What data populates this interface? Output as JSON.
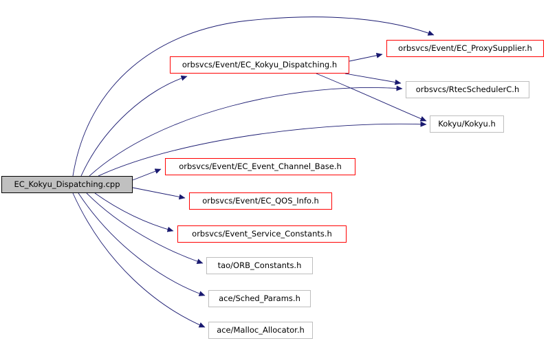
{
  "diagram": {
    "type": "include-dependency-graph",
    "tool_style": "doxygen-include-graph",
    "colors": {
      "background": "#ffffff",
      "edge": "#191970",
      "red_node_border": "#ff0000",
      "plain_node_border": "#bdbdbd",
      "main_node_fill": "#c0c0c0",
      "main_node_border": "#000000",
      "text": "#000000"
    },
    "nodes": [
      {
        "id": "main",
        "label": "EC_Kokyu_Dispatching.cpp",
        "style": "main"
      },
      {
        "id": "proxy_supplier",
        "label": "orbsvcs/Event/EC_ProxySupplier.h",
        "style": "red"
      },
      {
        "id": "kokyu_dispatching_h",
        "label": "orbsvcs/Event/EC_Kokyu_Dispatching.h",
        "style": "red"
      },
      {
        "id": "rtec_scheduler",
        "label": "orbsvcs/RtecSchedulerC.h",
        "style": "gray"
      },
      {
        "id": "kokyu",
        "label": "Kokyu/Kokyu.h",
        "style": "gray"
      },
      {
        "id": "event_channel_base",
        "label": "orbsvcs/Event/EC_Event_Channel_Base.h",
        "style": "red"
      },
      {
        "id": "qos_info",
        "label": "orbsvcs/Event/EC_QOS_Info.h",
        "style": "red"
      },
      {
        "id": "event_service_constants",
        "label": "orbsvcs/Event_Service_Constants.h",
        "style": "red"
      },
      {
        "id": "orb_constants",
        "label": "tao/ORB_Constants.h",
        "style": "gray"
      },
      {
        "id": "sched_params",
        "label": "ace/Sched_Params.h",
        "style": "gray"
      },
      {
        "id": "malloc_allocator",
        "label": "ace/Malloc_Allocator.h",
        "style": "gray"
      }
    ],
    "edges": [
      {
        "from": "main",
        "to": "proxy_supplier"
      },
      {
        "from": "main",
        "to": "kokyu_dispatching_h"
      },
      {
        "from": "main",
        "to": "rtec_scheduler"
      },
      {
        "from": "main",
        "to": "kokyu"
      },
      {
        "from": "main",
        "to": "event_channel_base"
      },
      {
        "from": "main",
        "to": "qos_info"
      },
      {
        "from": "main",
        "to": "event_service_constants"
      },
      {
        "from": "main",
        "to": "orb_constants"
      },
      {
        "from": "main",
        "to": "sched_params"
      },
      {
        "from": "main",
        "to": "malloc_allocator"
      },
      {
        "from": "kokyu_dispatching_h",
        "to": "proxy_supplier"
      },
      {
        "from": "kokyu_dispatching_h",
        "to": "rtec_scheduler"
      },
      {
        "from": "kokyu_dispatching_h",
        "to": "kokyu"
      }
    ]
  }
}
